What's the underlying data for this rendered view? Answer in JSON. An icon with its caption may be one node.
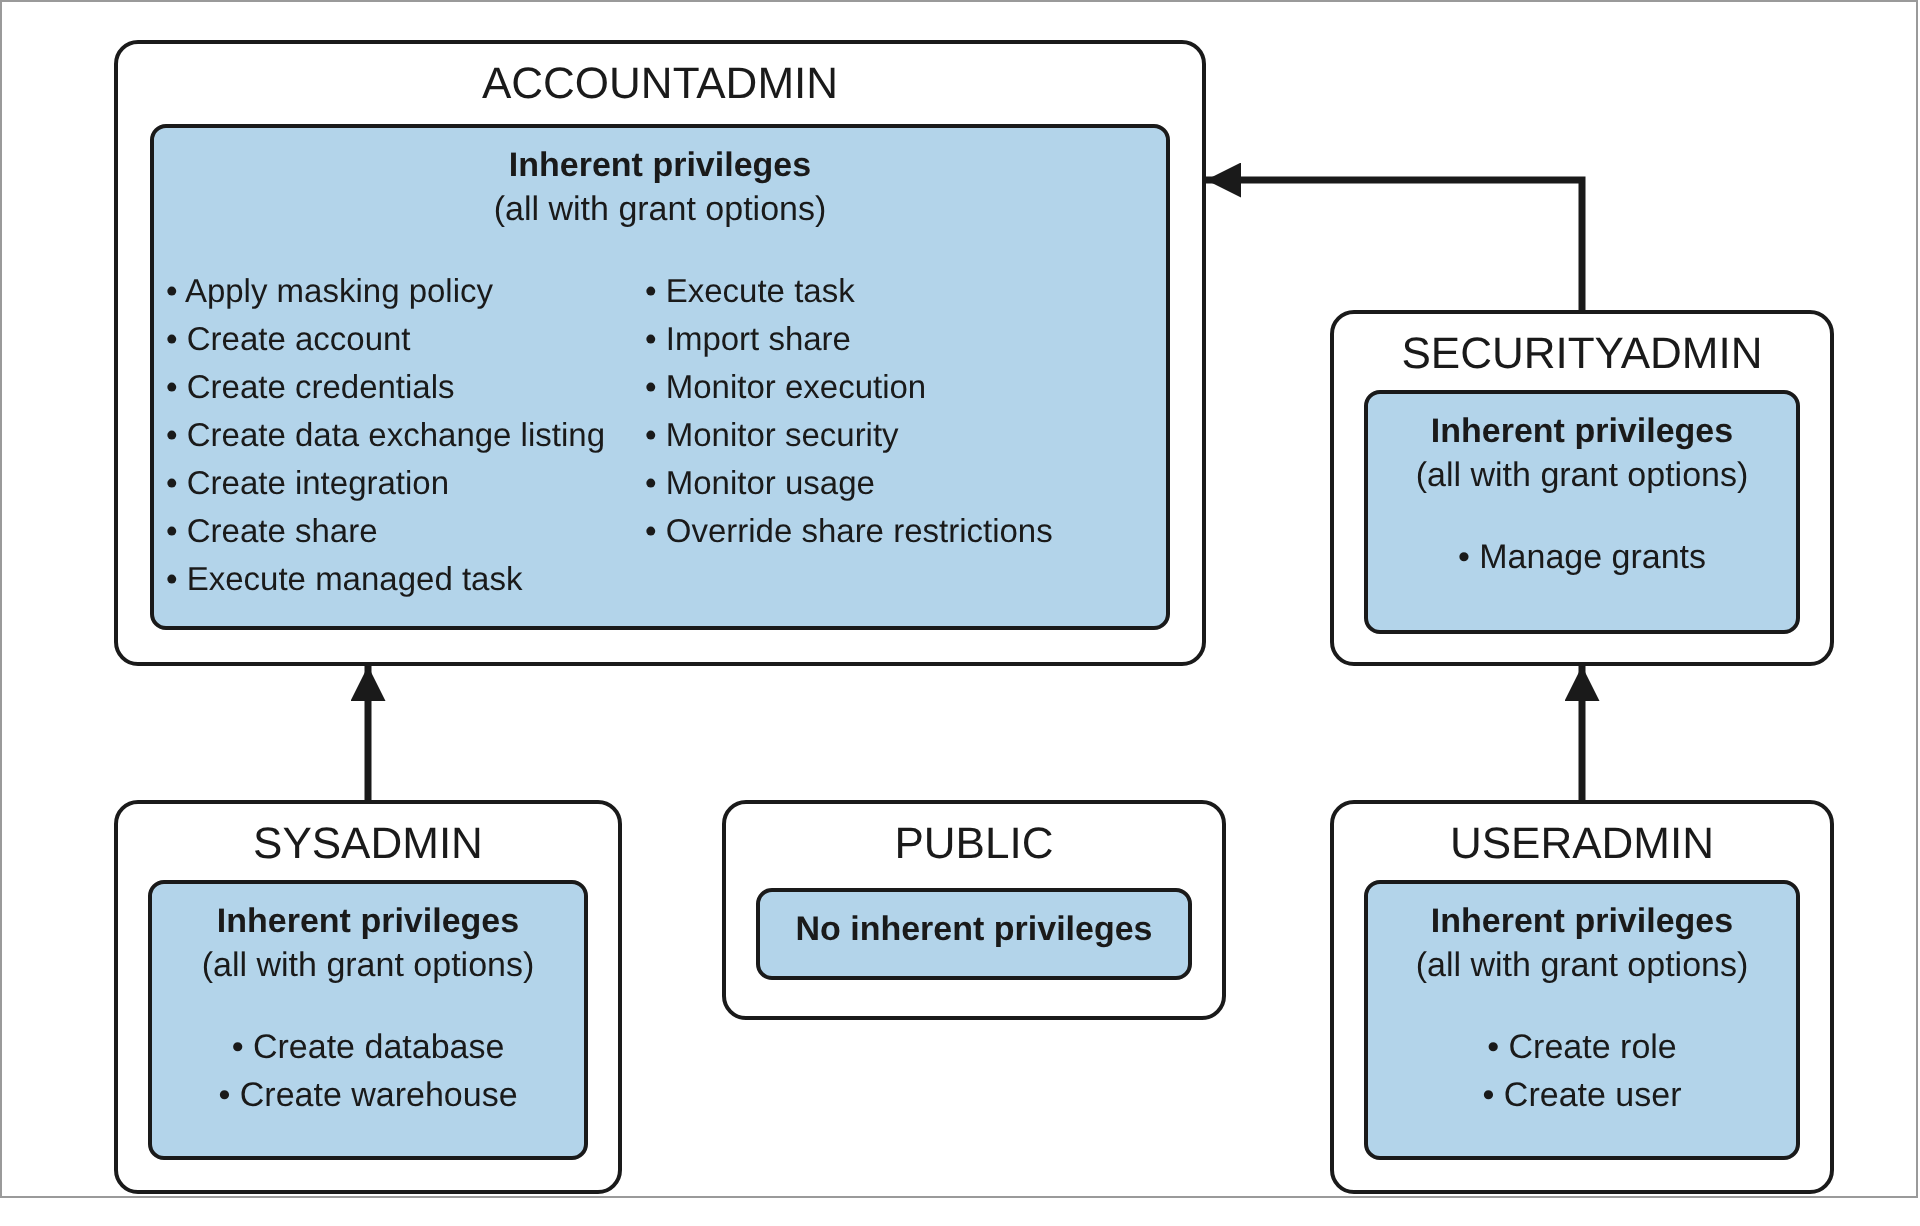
{
  "diagram": {
    "nodes": [
      {
        "text": [
          "ACCOUNTADMIN"
        ]
      },
      {
        "text": [
          "Inherent privileges",
          "(all with grant options)",
          "• Apply masking policy",
          "• Create account",
          "• Create credentials",
          "• Create data exchange listing",
          "• Create integration",
          "• Create share",
          "• Execute managed task",
          "• Execute task",
          "• Import share",
          "• Monitor execution",
          "• Monitor security",
          "• Monitor usage",
          "• Override share restrictions"
        ],
        "in": 0
      },
      {
        "text": [
          "SECURITYADMIN"
        ]
      },
      {
        "text": [
          "Inherent privileges",
          "(all with grant options)",
          "• Manage grants"
        ],
        "in": 2
      },
      {
        "text": [
          "SYSADMIN"
        ]
      },
      {
        "text": [
          "Inherent privileges",
          "(all with grant options)",
          "• Create database",
          "• Create warehouse"
        ],
        "in": 4
      },
      {
        "text": [
          "PUBLIC"
        ]
      },
      {
        "text": [
          "No inherent privileges"
        ],
        "in": 6
      },
      {
        "text": [
          "USERADMIN"
        ]
      },
      {
        "text": [
          "Inherent privileges",
          "(all with grant options)",
          "• Create role",
          "• Create user"
        ],
        "in": 8
      }
    ],
    "edges": [
      {
        "from": 2,
        "to": 0,
        "arrow": "to"
      },
      {
        "from": 4,
        "to": 0,
        "arrow": "to"
      },
      {
        "from": 8,
        "to": 2,
        "arrow": "to"
      }
    ]
  }
}
